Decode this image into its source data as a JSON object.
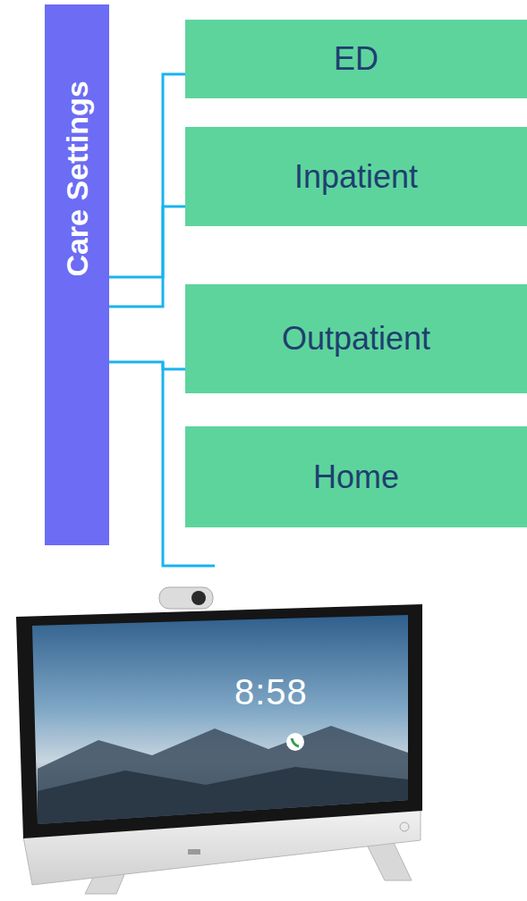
{
  "diagram": {
    "nodes": [
      {
        "text": [
          "Care Settings"
        ]
      },
      {
        "text": [
          "ED"
        ]
      },
      {
        "text": [
          "Inpatient"
        ]
      },
      {
        "text": [
          "Outpatient"
        ]
      },
      {
        "text": [
          "Home"
        ]
      }
    ],
    "edges": [
      {
        "from": 0,
        "to": 1,
        "arrow": "none"
      },
      {
        "from": 0,
        "to": 2,
        "arrow": "none"
      },
      {
        "from": 0,
        "to": 3,
        "arrow": "none"
      }
    ],
    "labels": [
      "8:58"
    ]
  }
}
